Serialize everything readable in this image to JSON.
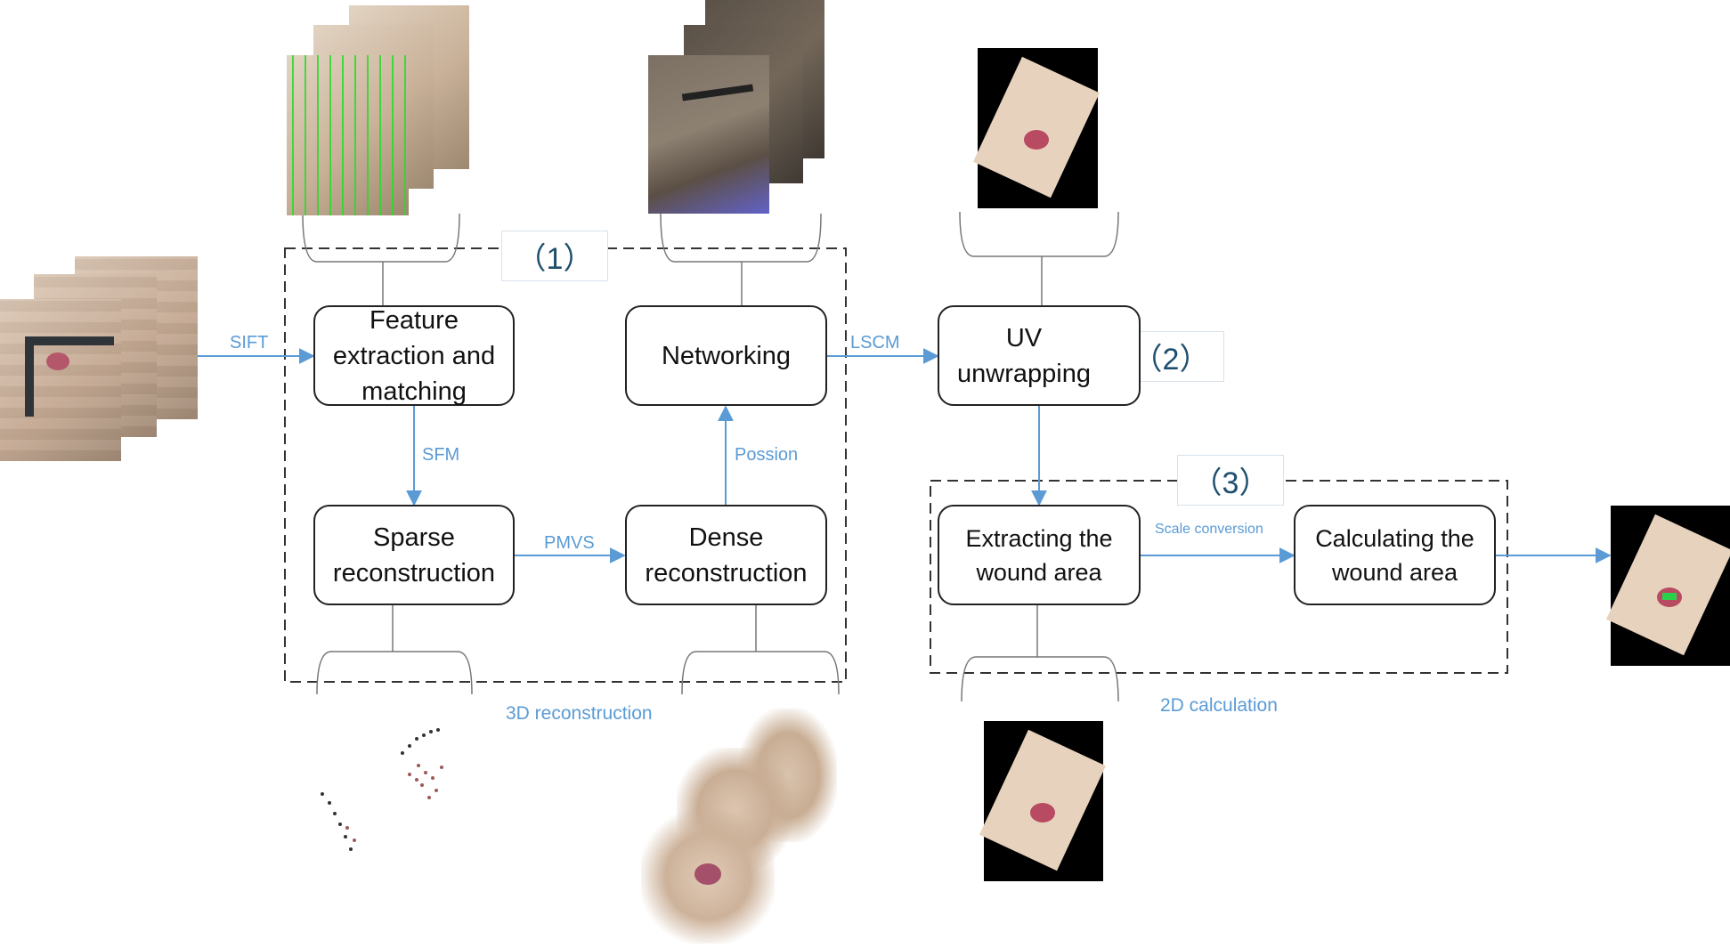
{
  "nodes": {
    "feature": "Feature extraction and matching",
    "sparse": "Sparse reconstruction",
    "dense": "Dense reconstruction",
    "networking": "Networking",
    "uv": "UV unwrapping",
    "extract": "Extracting the wound area",
    "calc": "Calculating the wound area"
  },
  "edges": {
    "sift": "SIFT",
    "sfm": "SFM",
    "pmvs": "PMVS",
    "possion": "Possion",
    "lscm": "LSCM",
    "scale": "Scale conversion"
  },
  "groups": {
    "g1": "（1）",
    "g2": "（2）",
    "g3": "（3）",
    "recon3d": "3D reconstruction",
    "calc2d": "2D calculation"
  },
  "colors": {
    "arrow": "#5b9bd5",
    "box_border": "#222222",
    "dashed": "#333333",
    "tag_text": "#1f4f6e"
  }
}
